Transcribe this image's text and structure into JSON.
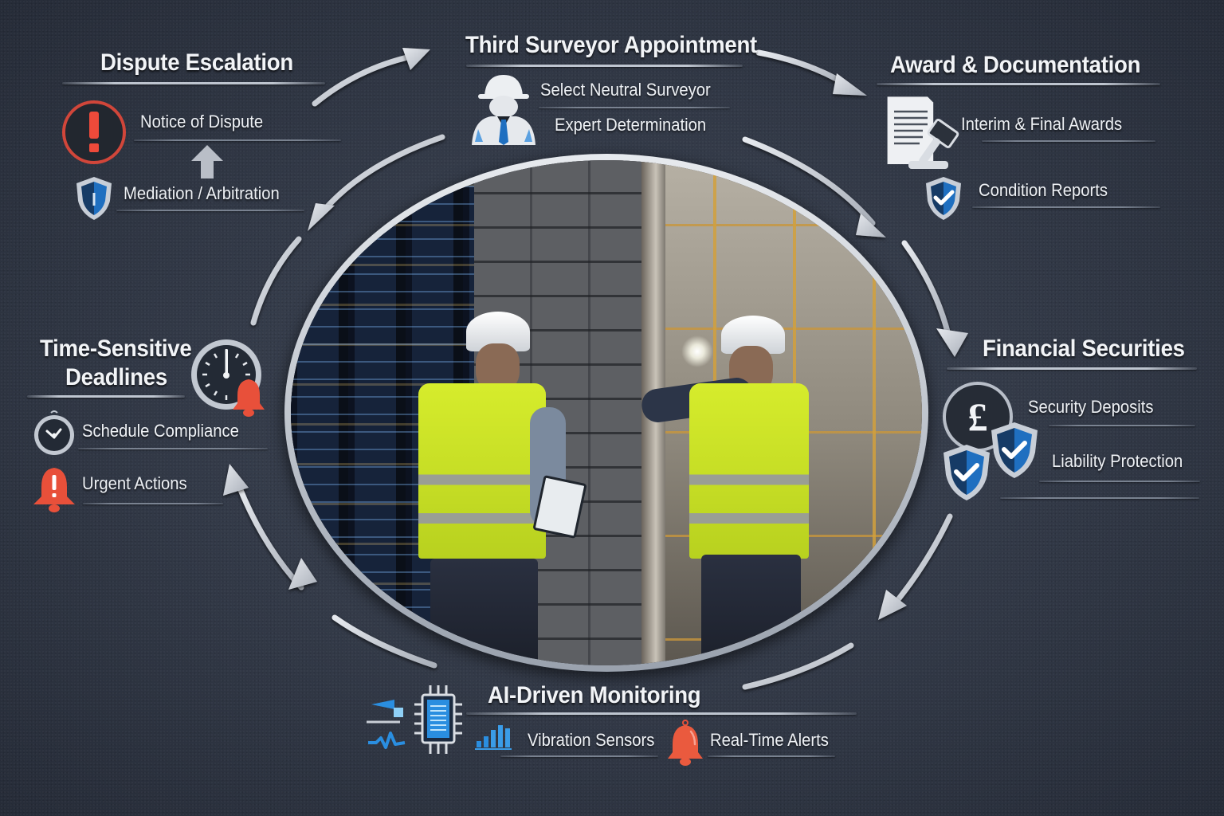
{
  "diagram": {
    "type": "circular-process-infographic",
    "center_image": "Two surveyors in hard hats and hi-vis vests inspecting a party wall between a server room and a construction site"
  },
  "sections": {
    "dispute_escalation": {
      "title": "Dispute Escalation",
      "items": [
        "Notice of Dispute",
        "Mediation / Arbitration"
      ],
      "icons": [
        "exclamation-circle-icon",
        "arrow-up-icon",
        "shield-icon"
      ]
    },
    "third_surveyor": {
      "title": "Third Surveyor Appointment",
      "items": [
        "Select Neutral Surveyor",
        "Expert Determination"
      ],
      "icons": [
        "surveyor-person-icon"
      ]
    },
    "award_documentation": {
      "title": "Award & Documentation",
      "items": [
        "Interim & Final Awards",
        "Condition Reports"
      ],
      "icons": [
        "document-gavel-icon",
        "shield-check-icon"
      ]
    },
    "financial_securities": {
      "title": "Financial Securities",
      "items": [
        "Security Deposits",
        "Liability Protection"
      ],
      "icons": [
        "pound-coin-icon",
        "shield-check-icon",
        "shield-check-icon"
      ],
      "currency_symbol": "£"
    },
    "ai_monitoring": {
      "title": "AI-Driven Monitoring",
      "items": [
        "Vibration Sensors",
        "Real-Time Alerts"
      ],
      "icons": [
        "chip-icon",
        "bar-chart-icon",
        "bell-icon"
      ]
    },
    "deadlines": {
      "title_line1": "Time-Sensitive",
      "title_line2": "Deadlines",
      "items": [
        "Schedule Compliance",
        "Urgent Actions"
      ],
      "icons": [
        "clock-alarm-icon",
        "stopwatch-icon",
        "alert-bell-icon"
      ]
    }
  },
  "flow_order": [
    "Dispute Escalation",
    "Third Surveyor Appointment",
    "Award & Documentation",
    "Financial Securities",
    "AI-Driven Monitoring",
    "Time-Sensitive Deadlines"
  ],
  "colors": {
    "background": "#343b49",
    "text": "#eef1f5",
    "alert_red": "#e8503a",
    "shield_blue": "#1f6fc0",
    "chip_blue": "#2a8ee0",
    "vest_yellow": "#d6ec2c",
    "arrow_silver": "#c9ced6"
  }
}
